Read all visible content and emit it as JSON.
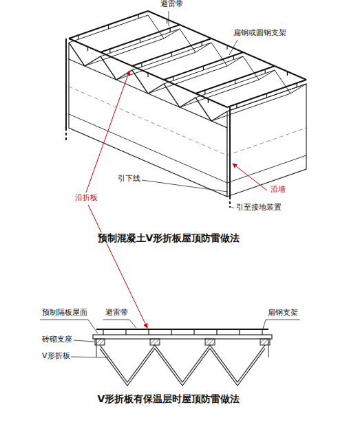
{
  "diagram": {
    "labels": [
      "避雷带",
      "扁钢或圆钢支架",
      "沿折板",
      "引下线",
      "沿墙",
      "引至接地装置",
      "预制混凝土V形折板屋顶防雷做法",
      "预制隔板屋面",
      "避雷带",
      "扁钢支架",
      "砖砌支座",
      "V形折板",
      "V形折板有保温层时屋顶防雷做法"
    ]
  }
}
